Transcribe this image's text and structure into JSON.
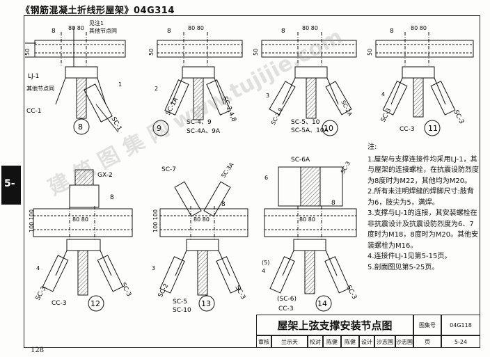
{
  "document": {
    "title": "《钢筋混凝土折线形屋架》04G314",
    "section_tab": "5-",
    "page_number": "128",
    "watermark": "建 筑 图 集 网 www.tujijie.com"
  },
  "notes": {
    "heading": "注:",
    "items": [
      "1.屋架与支撑连接件均采用LJ-1，其与屋架的连接螺栓，在抗震设防烈度为8度时为M22，其他均为M20。",
      "2.所有未注明焊缝的焊脚尺寸:肢背为6，肢尖为5，满焊。",
      "3.支撑与LJ-1的连接，其安装螺栓在非抗震设计及抗震设防烈度为6、7度时为M18，8度时为M20。其他安装螺栓为M16。",
      "4.连接件LJ-1见第5-15页。",
      "5.剖面图见第5-25页。"
    ]
  },
  "title_block": {
    "drawing_title": "屋架上弦支撑安装节点图",
    "atlas_label": "图集号",
    "atlas_number": "04G118",
    "page_label": "页",
    "page_value": "5-24",
    "review_label": "审核",
    "reviewer": "兰示天",
    "check_label": "校对",
    "checker": "陈健",
    "checker_sign": "陈健",
    "design_label": "设计",
    "designer": "沙志国",
    "designer_sign": "沙志国"
  },
  "details": [
    {
      "number": "8",
      "labels": {
        "dim": "80 80",
        "note1": "见注1",
        "note2": "其他节点同",
        "lj": "LJ-1",
        "lj_note": "其他节点同",
        "cc": "CC-1",
        "sc": "SC-1",
        "weld": "8",
        "side": "50",
        "sec": "1"
      }
    },
    {
      "number": "9",
      "labels": {
        "dim": "80 80",
        "weld": "8",
        "sc_a": "SC-1A",
        "sc_b": "SC-2,4,8",
        "sc_c": "SC-4、9",
        "sc_d": "SC-4A、9A",
        "side": "50",
        "sec": "2"
      }
    },
    {
      "number": "10",
      "labels": {
        "dim": "80 80",
        "weld": "8",
        "sc_a": "SC-2,8",
        "sc_b": "SC-5、10",
        "sc_c": "SC-5A、10A",
        "sc_d": "SC-2A",
        "side": "50",
        "sec": "3"
      }
    },
    {
      "number": "11",
      "labels": {
        "dim": "80 80",
        "weld": "8",
        "cc": "CC-3",
        "sc_a": "SC-3",
        "sc_b": "SC-3",
        "side": "50",
        "sec": "4"
      }
    },
    {
      "number": "12",
      "labels": {
        "gx": "GX-2",
        "dim": "80 80",
        "weld": "8",
        "cc": "CC-3",
        "sc_a": "SC-3",
        "sc_b": "SC-3",
        "side": "100 100",
        "sec": "4"
      }
    },
    {
      "number": "13",
      "labels": {
        "sc_top": "SC-7",
        "sc_ra": "SC-3A",
        "dim": "80 80",
        "weld": "8",
        "sc_a": "SC-5",
        "sc_b": "SC-10",
        "sc_c": "SC-2",
        "sc_d": "SC-3",
        "side": "100 100",
        "sec": "3"
      }
    },
    {
      "number": "14",
      "labels": {
        "sc_top": "SC-6A",
        "sc_ra": "SC-3",
        "dim": "80 80",
        "weld": "8",
        "cc": "CC-3",
        "sc_a": "(SC-6)",
        "sc_b": "SC-3",
        "side": "6",
        "sec": "4",
        "sec_alt": "(5)"
      }
    }
  ]
}
